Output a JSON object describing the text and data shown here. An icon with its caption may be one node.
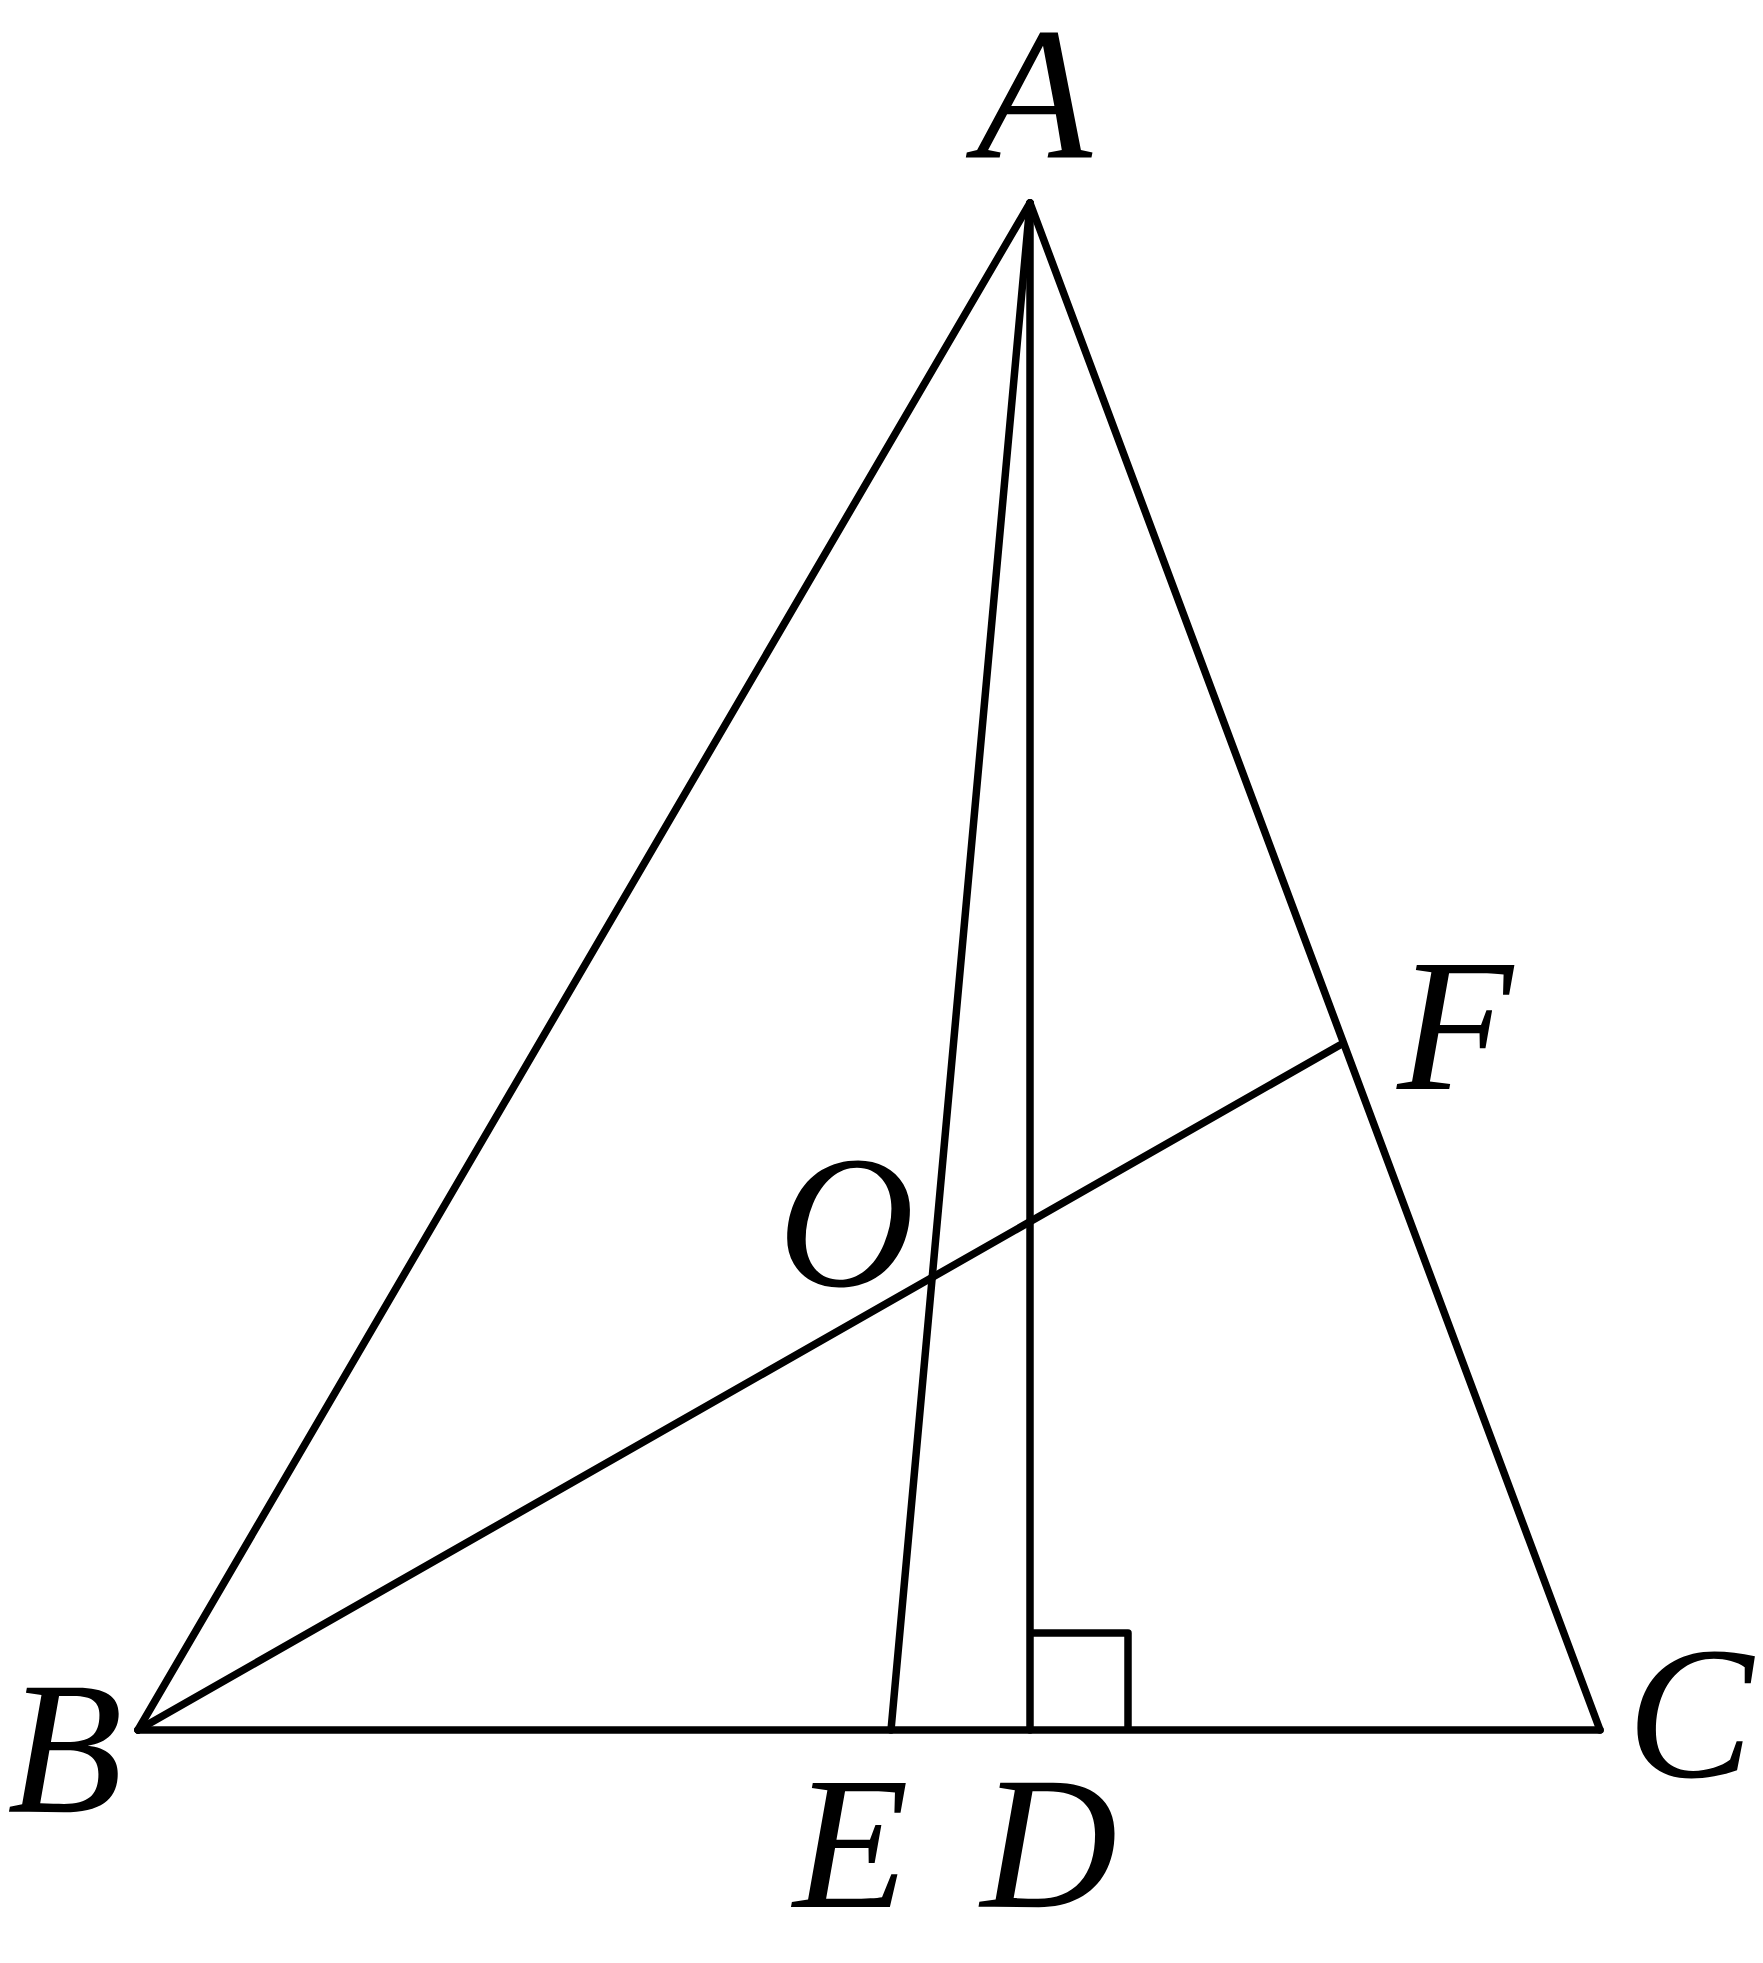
{
  "diagram": {
    "nodes": [
      {
        "text": [
          "A"
        ]
      },
      {
        "text": [
          "B"
        ]
      },
      {
        "text": [
          "C"
        ]
      },
      {
        "text": [
          "D"
        ]
      },
      {
        "text": [
          "E"
        ]
      },
      {
        "text": [
          "F"
        ]
      }
    ],
    "edges": [
      {
        "from": 0,
        "to": 1,
        "arrow": "none"
      },
      {
        "from": 0,
        "to": 2,
        "arrow": "none"
      },
      {
        "from": 1,
        "to": 2,
        "arrow": "none"
      },
      {
        "from": 0,
        "to": 3,
        "arrow": "none"
      },
      {
        "from": 0,
        "to": 4,
        "arrow": "none"
      },
      {
        "from": 1,
        "to": 5,
        "arrow": "none"
      }
    ],
    "labels": [
      "O"
    ]
  }
}
